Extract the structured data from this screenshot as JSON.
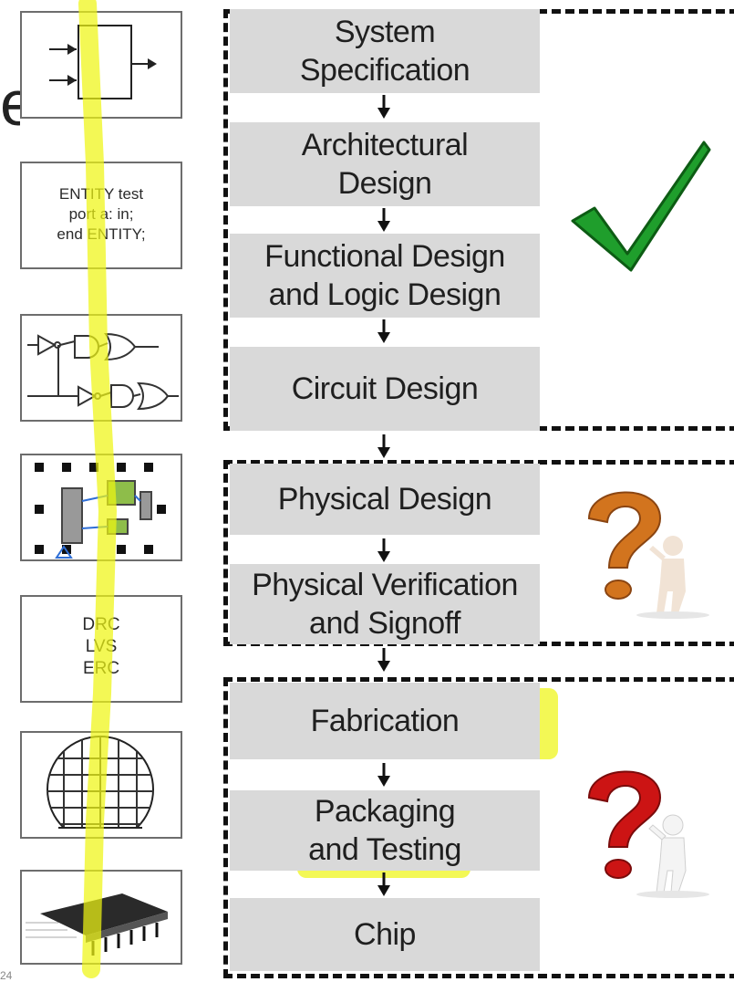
{
  "partial_title_char": "e",
  "page_number_partial": "24",
  "thumbnails": {
    "hdl_lines": [
      "ENTITY test",
      "port a: in;",
      "end ENTITY;"
    ],
    "verification_lines": [
      "DRC",
      "LVS",
      "ERC"
    ]
  },
  "flow": {
    "steps": [
      "System\nSpecification",
      "Architectural\nDesign",
      "Functional Design\nand Logic Design",
      "Circuit Design",
      "Physical Design",
      "Physical Verification\nand Signoff",
      "Fabrication",
      "Packaging\nand Testing",
      "Chip"
    ]
  },
  "groups": [
    {
      "status": "done",
      "icon": "checkmark-icon",
      "color": "#1f9e2c"
    },
    {
      "status": "unknown",
      "icon": "question-figure-icon",
      "color": "#d2741e"
    },
    {
      "status": "unknown",
      "icon": "question-figure-icon",
      "color": "#cc1414"
    }
  ],
  "colors": {
    "highlighter": "#eef514",
    "step_fill": "#d9d9d9",
    "dash": "#111111"
  }
}
